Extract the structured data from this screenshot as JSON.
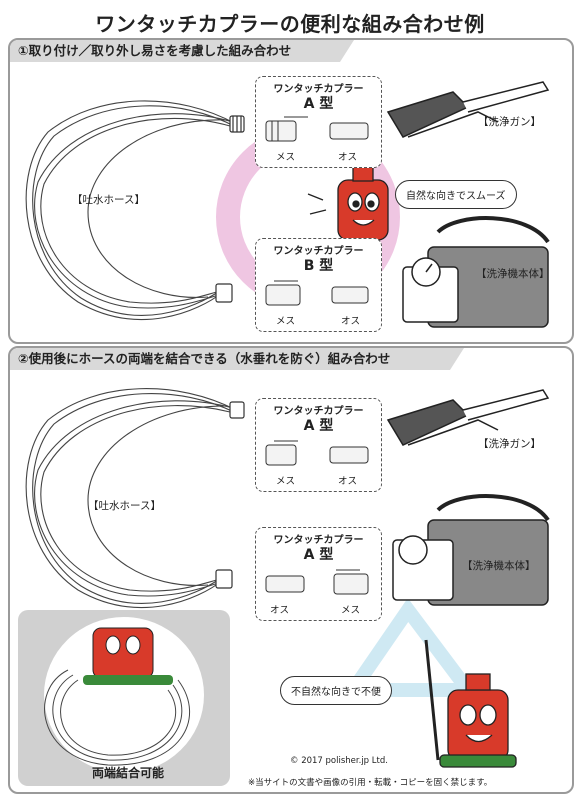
{
  "title": "ワンタッチカプラーの便利な組み合わせ例",
  "section1": {
    "heading": "①取り付け／取り外し易さを考慮した組み合わせ",
    "hose_label": "【吐水ホース】",
    "coupler_a": {
      "name": "ワンタッチカプラー",
      "type": "A 型",
      "left": "メス",
      "right": "オス"
    },
    "coupler_b": {
      "name": "ワンタッチカプラー",
      "type": "B 型",
      "left": "メス",
      "right": "オス"
    },
    "gun_label": "【洗浄ガン】",
    "washer_label": "【洗浄機本体】",
    "bubble": "自然な向きでスムーズ"
  },
  "section2": {
    "heading": "②使用後にホースの両端を結合できる（水垂れを防ぐ）組み合わせ",
    "hose_label": "【吐水ホース】",
    "coupler_a1": {
      "name": "ワンタッチカプラー",
      "type": "A 型",
      "left": "メス",
      "right": "オス"
    },
    "coupler_a2": {
      "name": "ワンタッチカプラー",
      "type": "A 型",
      "left": "オス",
      "right": "メス"
    },
    "gun_label": "【洗浄ガン】",
    "washer_label": "【洗浄機本体】",
    "bubble": "不自然な向きで不便",
    "both_ends": "両端結合可能"
  },
  "footer": {
    "copyright": "© 2017 polisher.jp Ltd.",
    "notice": "※当サイトの文書や画像の引用・転載・コピーを固く禁じます。"
  },
  "colors": {
    "mascot_red": "#d83a2a",
    "ring_pink": "#efc6e2",
    "triangle_blue": "#cfe9f3",
    "panel_gray": "#d9d9d9"
  }
}
